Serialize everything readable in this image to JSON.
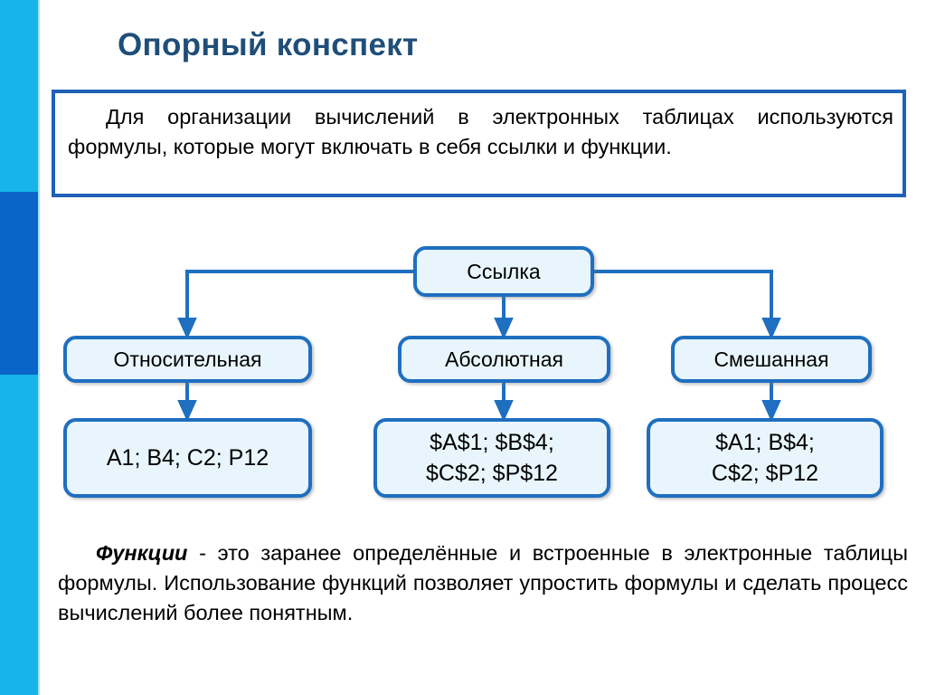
{
  "slide": {
    "title": "Опорный конспект",
    "title_color": "#1F4E79",
    "background": "#FFFFFF"
  },
  "sidebar": {
    "light_color": "#16B4E8",
    "dark_color": "#0B64C8",
    "edge_color": "#9EE3F8"
  },
  "statement": {
    "text": "Для организации вычислений в электронных таблицах используются формулы, которые могут включать в себя ссылки и функции.",
    "border_color": "#1F62B8",
    "fill_color": "#FFFFFF"
  },
  "diagram": {
    "node_fill": "#E8F5FC",
    "node_border": "#1F6FC0",
    "connector_color": "#1F6FC0",
    "root": {
      "label": "Ссылка"
    },
    "branches": [
      {
        "label": "Относительная",
        "values": "A1; B4; C2; P12"
      },
      {
        "label": "Абсолютная",
        "values_line1": "$A$1; $B$4;",
        "values_line2": "$C$2; $P$12"
      },
      {
        "label": "Смешанная",
        "values_line1": "$A1; B$4;",
        "values_line2": "C$2; $P12"
      }
    ]
  },
  "closing": {
    "term": "Функции",
    "text": " - это заранее определённые и встроенные в электронные таблицы формулы. Использование функций позволяет упростить формулы и сделать процесс вычислений более понятным."
  }
}
